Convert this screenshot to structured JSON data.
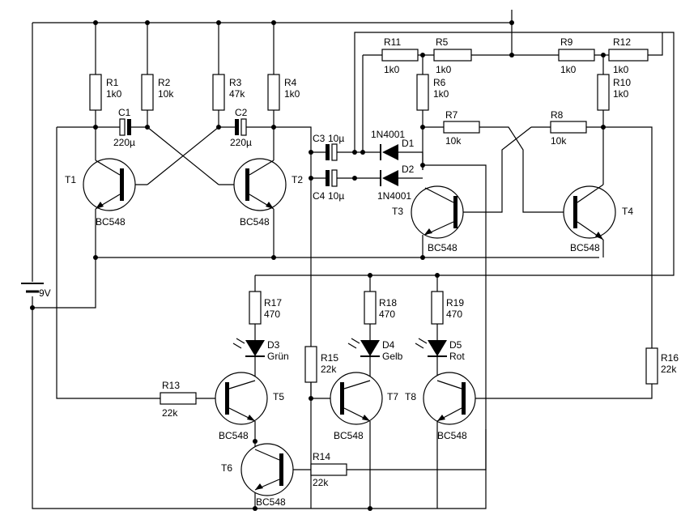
{
  "transistors": [
    {
      "name": "T1",
      "type": "BC548"
    },
    {
      "name": "T2",
      "type": "BC548"
    },
    {
      "name": "T3",
      "type": "BC548"
    },
    {
      "name": "T4",
      "type": "BC548"
    },
    {
      "name": "T5",
      "type": "BC548"
    },
    {
      "name": "T6",
      "type": "BC548"
    },
    {
      "name": "T7",
      "type": "BC548"
    },
    {
      "name": "T8",
      "type": "BC548"
    }
  ],
  "resistors": [
    {
      "name": "R1",
      "value": "1k0"
    },
    {
      "name": "R2",
      "value": "10k"
    },
    {
      "name": "R3",
      "value": "47k"
    },
    {
      "name": "R4",
      "value": "1k0"
    },
    {
      "name": "R5",
      "value": "1k0"
    },
    {
      "name": "R6",
      "value": "1k0"
    },
    {
      "name": "R7",
      "value": "10k"
    },
    {
      "name": "R8",
      "value": "10k"
    },
    {
      "name": "R9",
      "value": "1k0"
    },
    {
      "name": "R10",
      "value": "1k0"
    },
    {
      "name": "R11",
      "value": "1k0"
    },
    {
      "name": "R12",
      "value": "1k0"
    },
    {
      "name": "R13",
      "value": "22k"
    },
    {
      "name": "R14",
      "value": "22k"
    },
    {
      "name": "R15",
      "value": "22k"
    },
    {
      "name": "R16",
      "value": "22k"
    },
    {
      "name": "R17",
      "value": "470"
    },
    {
      "name": "R18",
      "value": "470"
    },
    {
      "name": "R19",
      "value": "470"
    }
  ],
  "capacitors": [
    {
      "name": "C1",
      "value": "220µ"
    },
    {
      "name": "C2",
      "value": "220µ"
    },
    {
      "name": "C3",
      "value": "10µ"
    },
    {
      "name": "C4",
      "value": "10µ"
    }
  ],
  "diodes": [
    {
      "name": "D1",
      "type": "1N4001"
    },
    {
      "name": "D2",
      "type": "1N4001"
    }
  ],
  "leds": [
    {
      "name": "D3",
      "color": "Grün"
    },
    {
      "name": "D4",
      "color": "Gelb"
    },
    {
      "name": "D5",
      "color": "Rot"
    }
  ],
  "battery": {
    "label": "9V"
  }
}
